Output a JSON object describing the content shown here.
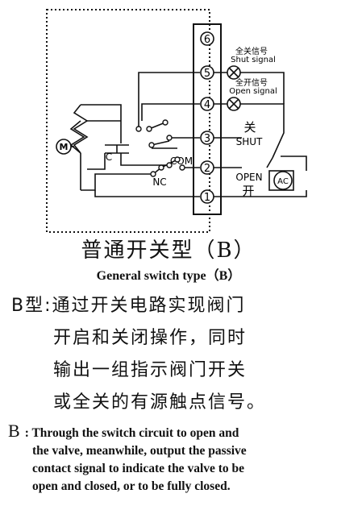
{
  "diagram": {
    "terminals": [
      "1",
      "2",
      "3",
      "4",
      "5",
      "6"
    ],
    "motor_label": "M",
    "capacitor_label": "C",
    "com_label": "COM",
    "nc_label": "NC",
    "shut_cn": "关",
    "shut_en": "SHUT",
    "open_en": "OPEN",
    "open_cn": "开",
    "ac_label": "AC",
    "shut_signal_cn": "全关信号",
    "shut_signal_en": "Shut signal",
    "open_signal_cn": "全开信号",
    "open_signal_en": "Open signal"
  },
  "title_cn": "普通开关型（B）",
  "title_en": "General switch type（B）",
  "description_cn": [
    "B型:通过开关电路实现阀门",
    "开启和关闭操作，同时",
    "输出一组指示阀门开关",
    "或全关的有源触点信号。"
  ],
  "description_en": {
    "lead": "B",
    "lines": [
      ": Through the switch circuit to open and",
      "the valve, meanwhile, output the passive",
      "contact signal to indicate the valve to be",
      "open and closed, or to be fully closed."
    ]
  }
}
